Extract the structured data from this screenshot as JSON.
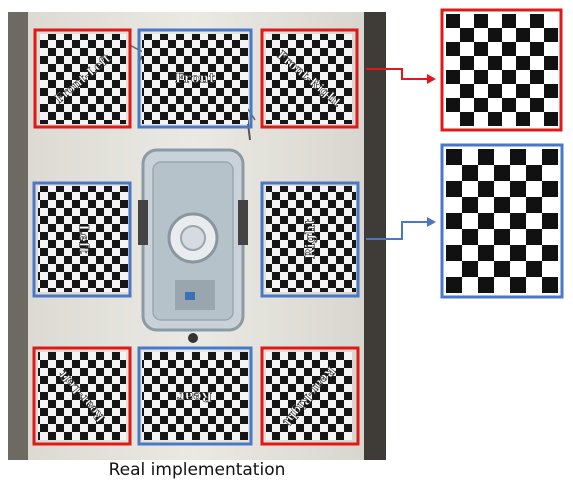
{
  "caption": "Real implementation",
  "colors": {
    "red_frame": "#e01818",
    "blue_frame": "#4a78c8",
    "board_black": "#111111",
    "board_white": "#ffffff",
    "table": "#e6e4de",
    "floor": "#5a5650"
  },
  "boards": [
    {
      "id": "front-left",
      "label": "Front-Left",
      "frame": "red"
    },
    {
      "id": "front",
      "label": "Front",
      "frame": "blue"
    },
    {
      "id": "front-right",
      "label": "Front-Right",
      "frame": "red"
    },
    {
      "id": "left",
      "label": "Left",
      "frame": "blue"
    },
    {
      "id": "right",
      "label": "Right",
      "frame": "blue"
    },
    {
      "id": "rear-left",
      "label": "Rear-Left",
      "frame": "red"
    },
    {
      "id": "rear",
      "label": "Rear",
      "frame": "blue"
    },
    {
      "id": "rear-right",
      "label": "Rear-Right",
      "frame": "red"
    }
  ],
  "zoom_views": [
    {
      "id": "zoom-corner-board",
      "frame": "red",
      "source": "front-right"
    },
    {
      "id": "zoom-side-board",
      "frame": "blue",
      "source": "right"
    }
  ]
}
